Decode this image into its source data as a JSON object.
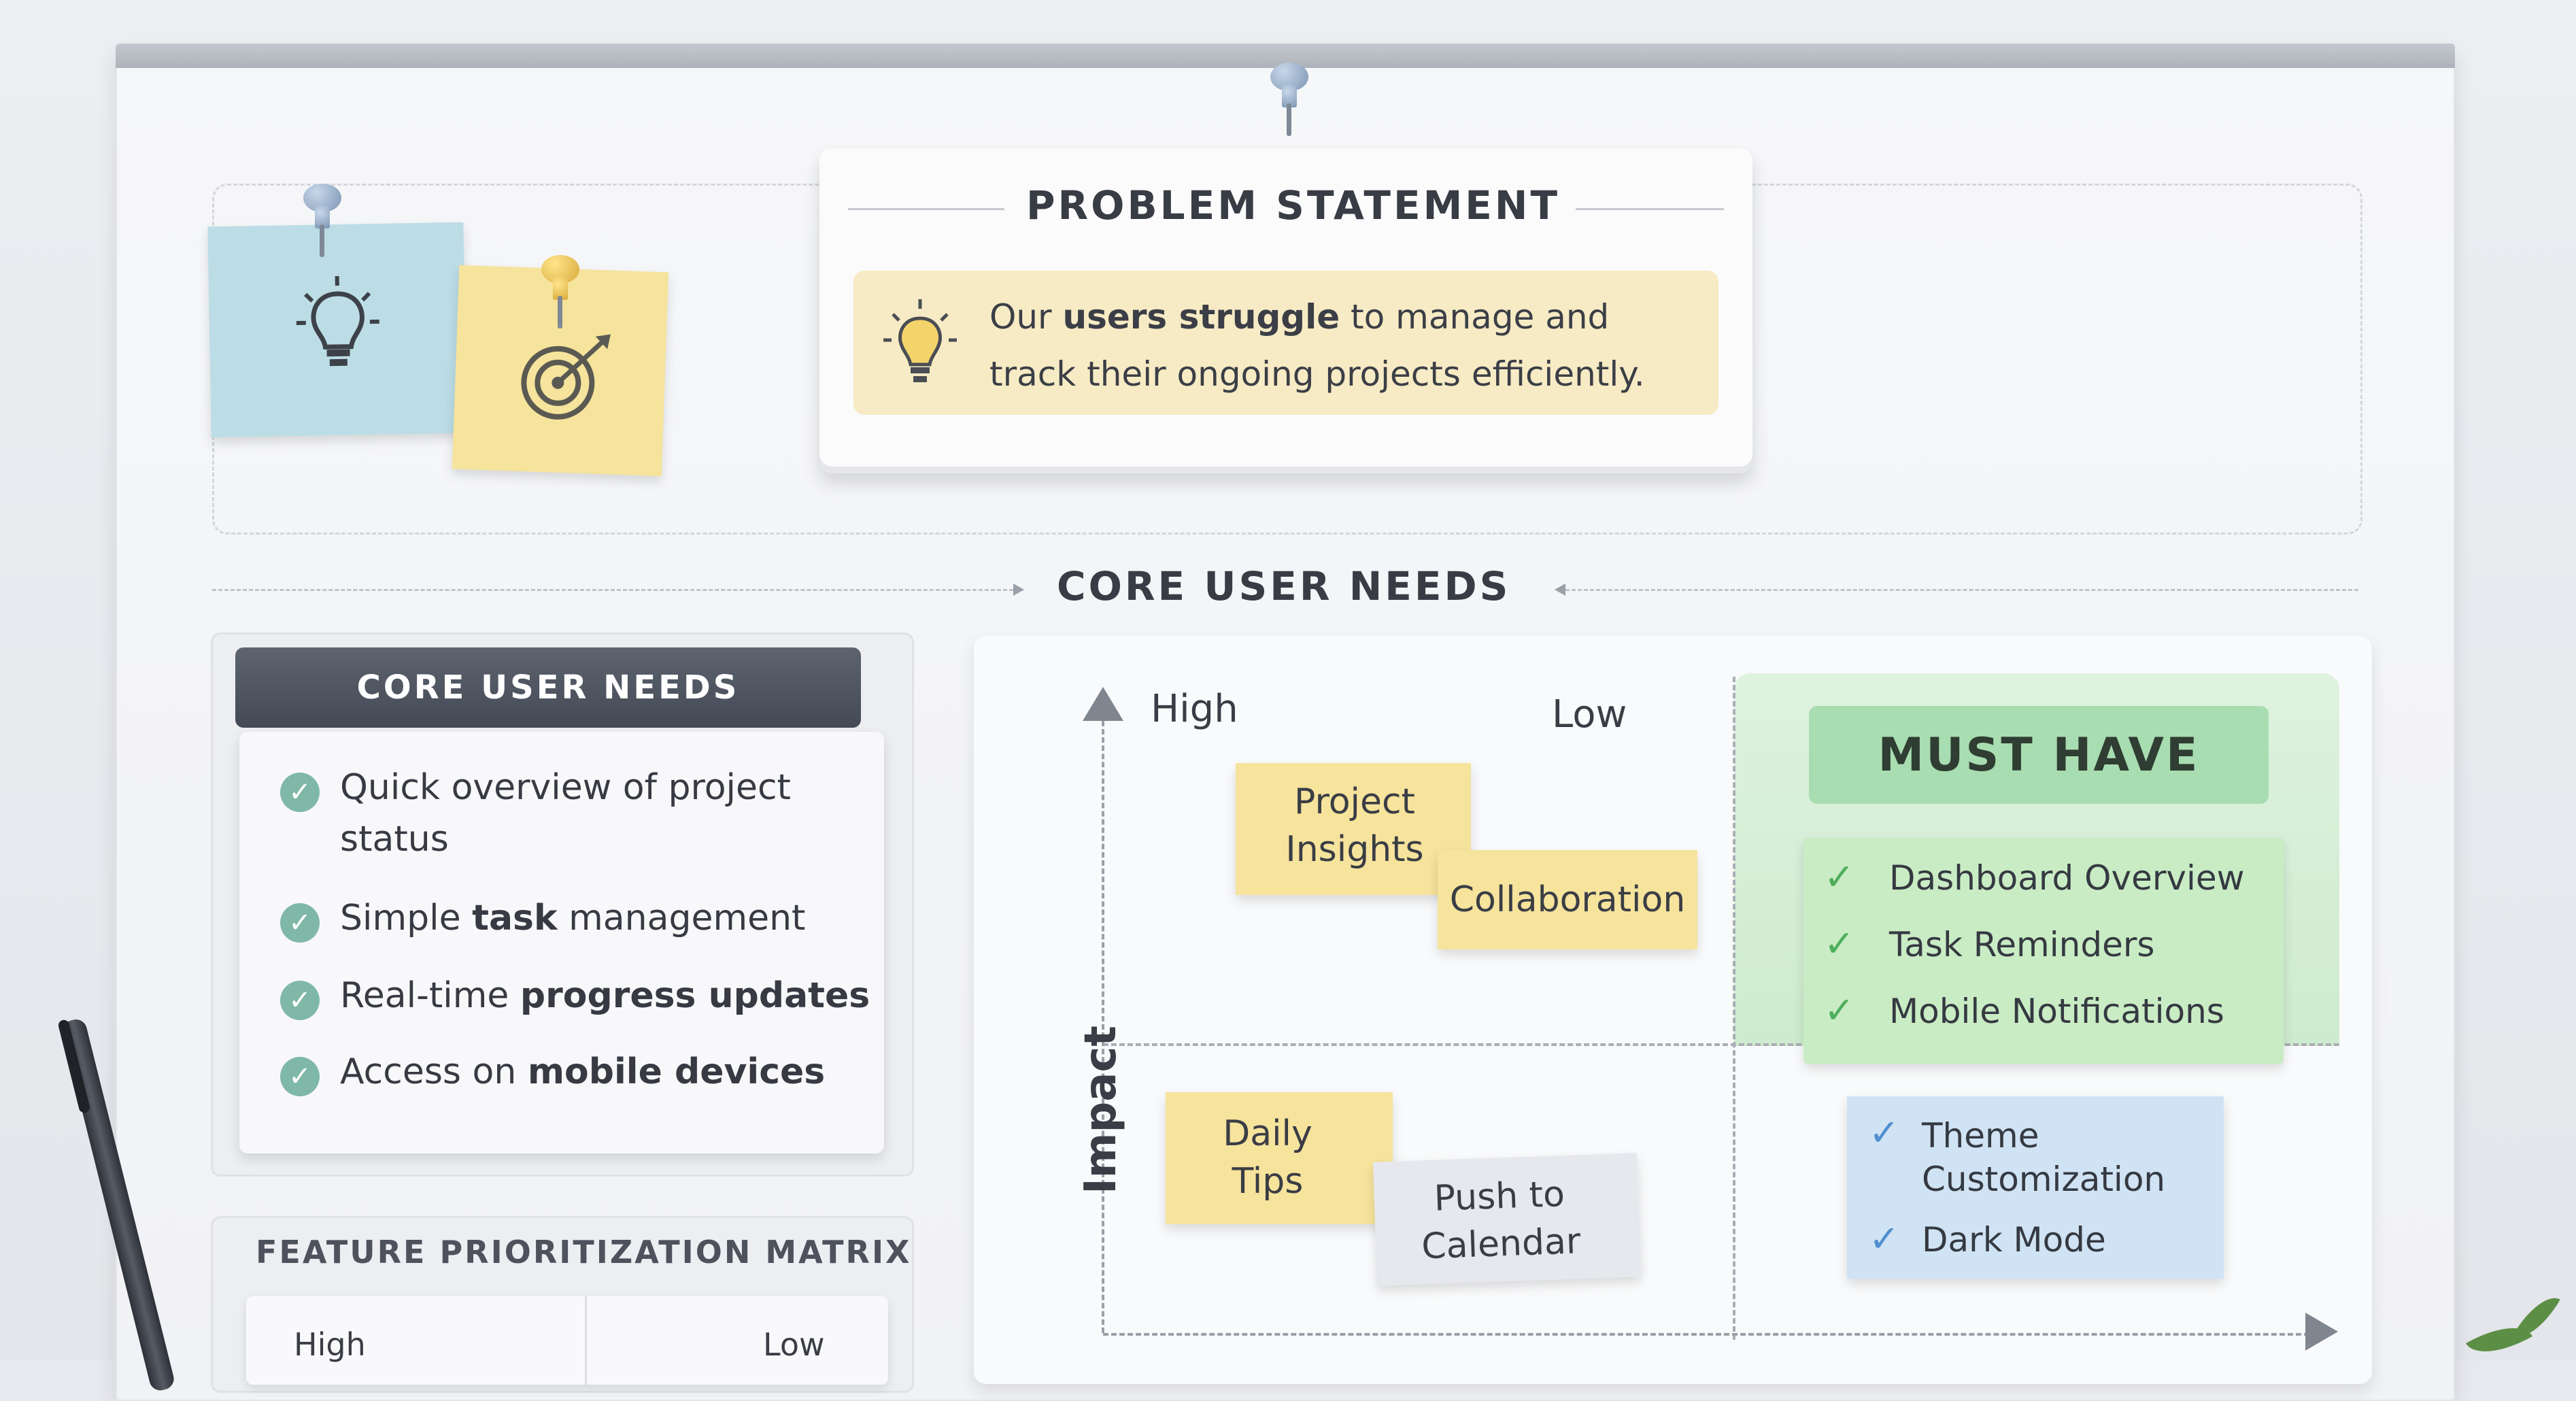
{
  "problem": {
    "title": "PROBLEM STATEMENT",
    "text_part1": "Our ",
    "text_bold": "users struggle",
    "text_part2": " to manage and track their ongoing projects efficiently."
  },
  "section_title": "CORE USER NEEDS",
  "needs_panel": {
    "header": "CORE USER NEEDS",
    "items": [
      {
        "pre": "Quick overview of project status",
        "bold": "",
        "post": ""
      },
      {
        "pre": "Simple ",
        "bold": "task",
        "post": " management"
      },
      {
        "pre": "Real-time ",
        "bold": "progress updates",
        "post": ""
      },
      {
        "pre": "Access on ",
        "bold": "mobile devices",
        "post": ""
      }
    ]
  },
  "feature_matrix": {
    "title": "FEATURE PRIORITIZATION MATRIX",
    "col_high": "High",
    "col_low": "Low"
  },
  "matrix": {
    "y_axis_label": "Impact",
    "high_label": "High",
    "low_label": "Low",
    "stickies": {
      "project_insights": "Project Insights",
      "collaboration": "Collaboration",
      "daily_tips": "Daily Tips",
      "push_to_calendar": "Push to Calendar"
    },
    "must_have": {
      "header": "MUST HAVE",
      "items": [
        "Dashboard Overview",
        "Task Reminders",
        "Mobile Notifications"
      ]
    },
    "nice_to_have": {
      "items": [
        "Theme Customization",
        "Dark Mode"
      ]
    }
  },
  "colors": {
    "check_teal": "#7fb8a7",
    "must_green": "#a8ddb1",
    "tick_green": "#4fae5c",
    "tick_blue": "#4f8fcf"
  }
}
